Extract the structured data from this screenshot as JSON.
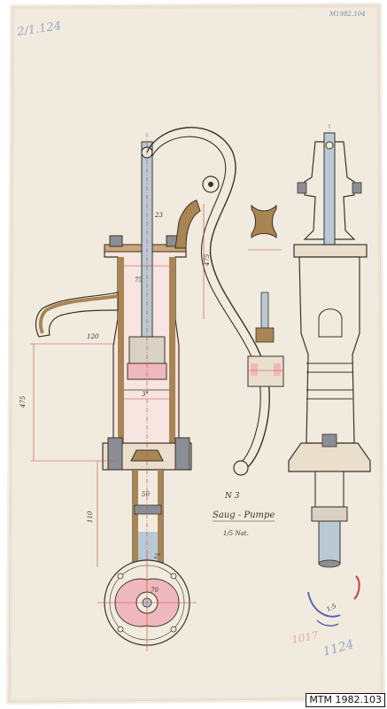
{
  "drawing": {
    "corner_ref": "M1982.104",
    "pencil_top": "2/1.124",
    "sheet_number": "N 3",
    "title": "Saug - Pumpe",
    "scale": "1/5 Nat.",
    "stamp_ref": "1017",
    "pencil_bottom": "1124",
    "scale_note": "1:5",
    "dims": {
      "d_rod": "23",
      "d_barrel": "75",
      "d_inner": "3\"",
      "h_spout": "120",
      "h_total": "475",
      "d_outlet": "50",
      "h_lower": "110",
      "d_plate": "70",
      "d_pipe": "2\"",
      "l_handle": "475"
    }
  },
  "caption": "MTM 1982.103",
  "colors": {
    "paper": "#f1ebdf",
    "ink": "#3b3228",
    "brass": "#a98553",
    "blue_wash": "#b9c9d5",
    "pink_wash": "#efb8be",
    "red": "#c94040",
    "stamp_purple": "#5a63b6"
  }
}
